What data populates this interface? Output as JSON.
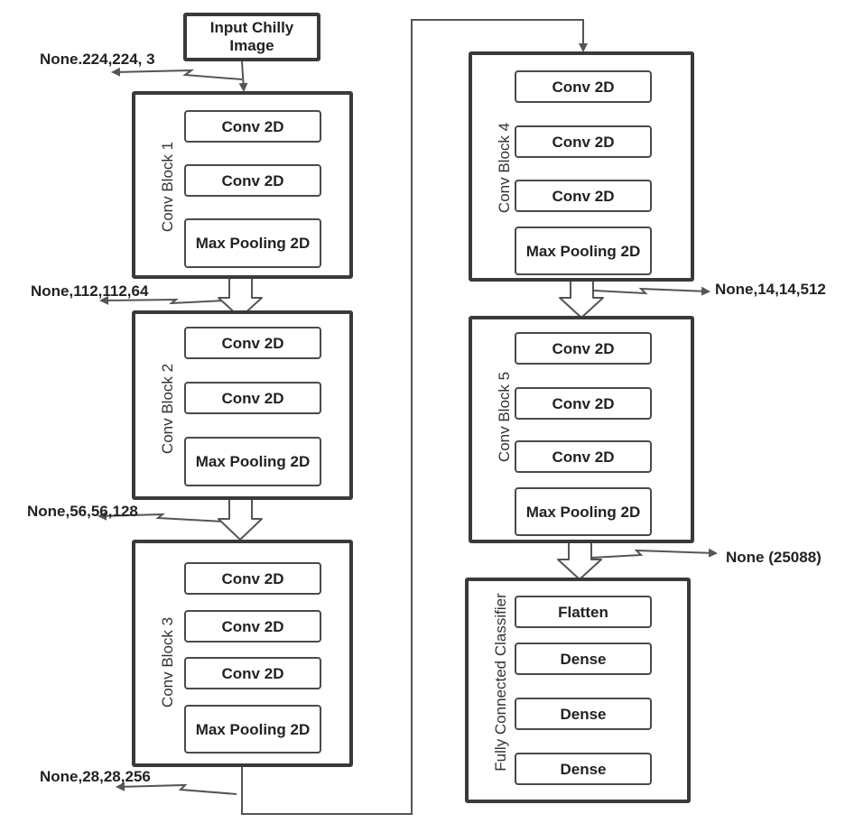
{
  "input": {
    "label": "Input Chilly Image"
  },
  "shapes": {
    "s1": "None.224,224, 3",
    "s2": "None,112,112,64",
    "s3": "None,56,56,128",
    "s4": "None,28,28,256",
    "s5": "None,14,14,512",
    "s6": "None (25088)"
  },
  "blocks": [
    {
      "label": "Conv Block 1",
      "layers": [
        "Conv 2D",
        "Conv 2D",
        "Max Pooling 2D"
      ]
    },
    {
      "label": "Conv Block 2",
      "layers": [
        "Conv 2D",
        "Conv 2D",
        "Max Pooling 2D"
      ]
    },
    {
      "label": "Conv Block 3",
      "layers": [
        "Conv 2D",
        "Conv 2D",
        "Conv 2D",
        "Max Pooling 2D"
      ]
    },
    {
      "label": "Conv Block 4",
      "layers": [
        "Conv 2D",
        "Conv 2D",
        "Conv 2D",
        "Max Pooling 2D"
      ]
    },
    {
      "label": "Conv Block 5",
      "layers": [
        "Conv 2D",
        "Conv 2D",
        "Conv 2D",
        "Max Pooling 2D"
      ]
    },
    {
      "label": "Fully Connected Classifier",
      "layers": [
        "Flatten",
        "Dense",
        "Dense",
        "Dense"
      ]
    }
  ]
}
